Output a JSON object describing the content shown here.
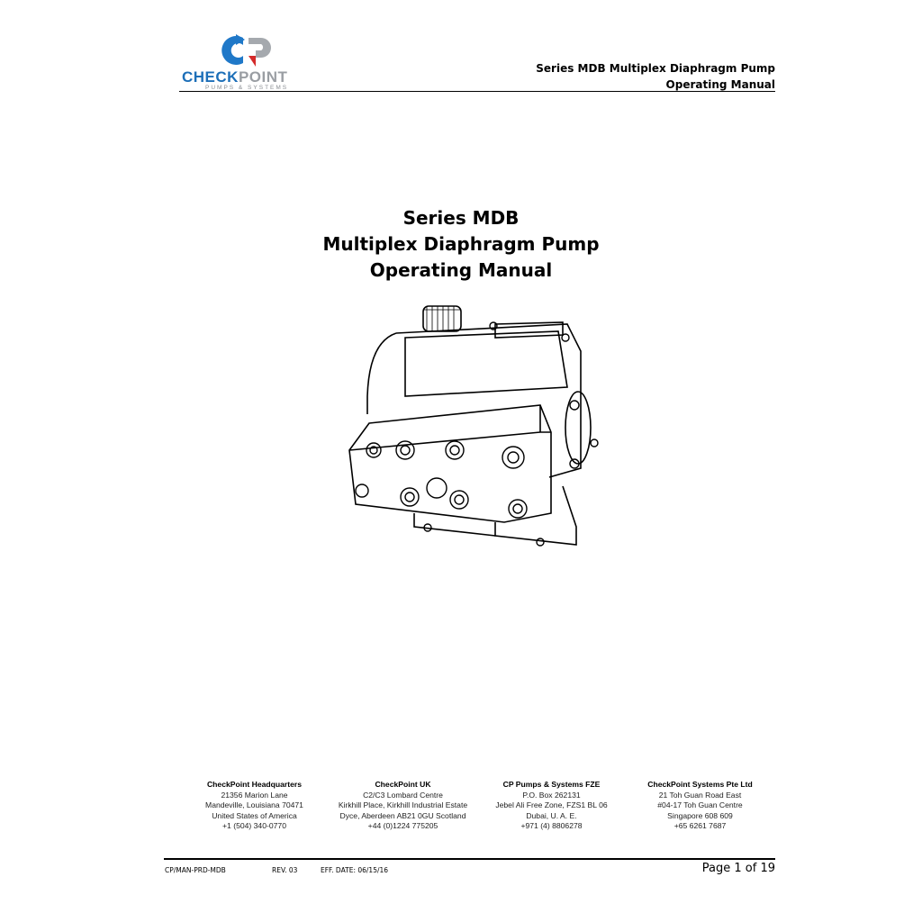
{
  "logo": {
    "word_a": "CHECK",
    "word_b": "POINT",
    "tagline": "PUMPS & SYSTEMS"
  },
  "header": {
    "line1": "Series MDB Multiplex Diaphragm Pump",
    "line2": "Operating Manual"
  },
  "title": {
    "line1": "Series MDB",
    "line2": "Multiplex Diaphragm Pump",
    "line3": "Operating Manual"
  },
  "offices": [
    {
      "name": "CheckPoint Headquarters",
      "lines": [
        "21356 Marion Lane",
        "Mandeville, Louisiana 70471",
        "United States of America",
        "+1 (504) 340-0770"
      ]
    },
    {
      "name": "CheckPoint UK",
      "lines": [
        "C2/C3 Lombard Centre",
        "Kirkhill Place, Kirkhill Industrial Estate",
        "Dyce, Aberdeen AB21 0GU Scotland",
        "+44 (0)1224 775205"
      ]
    },
    {
      "name": "CP Pumps & Systems FZE",
      "lines": [
        "P.O. Box 262131",
        "Jebel Ali Free Zone, FZS1 BL 06",
        "Dubai, U. A. E.",
        "+971 (4) 8806278"
      ]
    },
    {
      "name": "CheckPoint Systems Pte Ltd",
      "lines": [
        "21 Toh Guan Road East",
        "#04-17 Toh Guan Centre",
        "Singapore 608 609",
        "+65 6261 7687"
      ]
    }
  ],
  "footer": {
    "doc_id": "CP/MAN-PRD-MDB",
    "rev": "REV. 03",
    "eff_date": "EFF. DATE: 06/15/16",
    "page": "Page 1 of 19"
  }
}
